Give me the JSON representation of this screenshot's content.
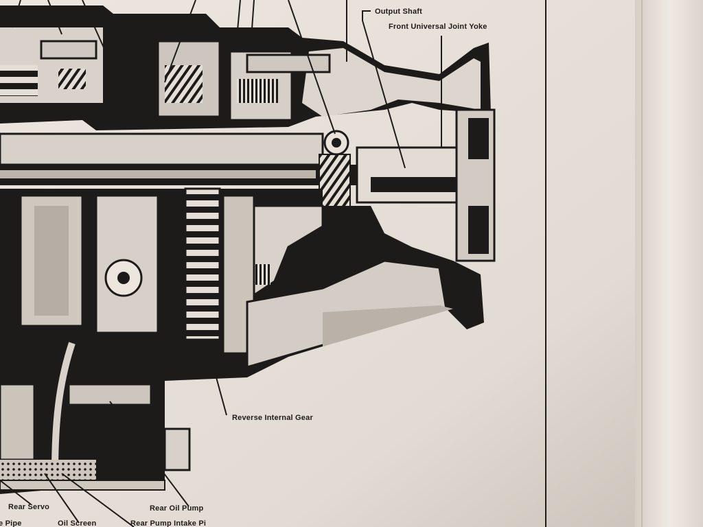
{
  "labels": {
    "output_shaft": "Output Shaft",
    "front_universal_joint_yoke": "Front Universal Joint Yoke",
    "reverse_internal_gear": "Reverse Internal Gear",
    "rear_oil_pump": "Rear Oil Pump",
    "rear_servo": "Rear Servo",
    "oil_screen": "Oil Screen",
    "rear_pump_intake_pipe": "Rear Pump Intake Pi",
    "pipe_fragment": "e Pipe"
  },
  "colors": {
    "paper": "#e6dfd7",
    "paper_shadow": "#cfc7be",
    "ink": "#1d1b19",
    "metal_light": "#e4ded6",
    "metal_mid": "#b9b1a8",
    "binding_edge": "#f0ebe5"
  },
  "icons": [
    "gear-icon",
    "leader-arrow-icon"
  ]
}
